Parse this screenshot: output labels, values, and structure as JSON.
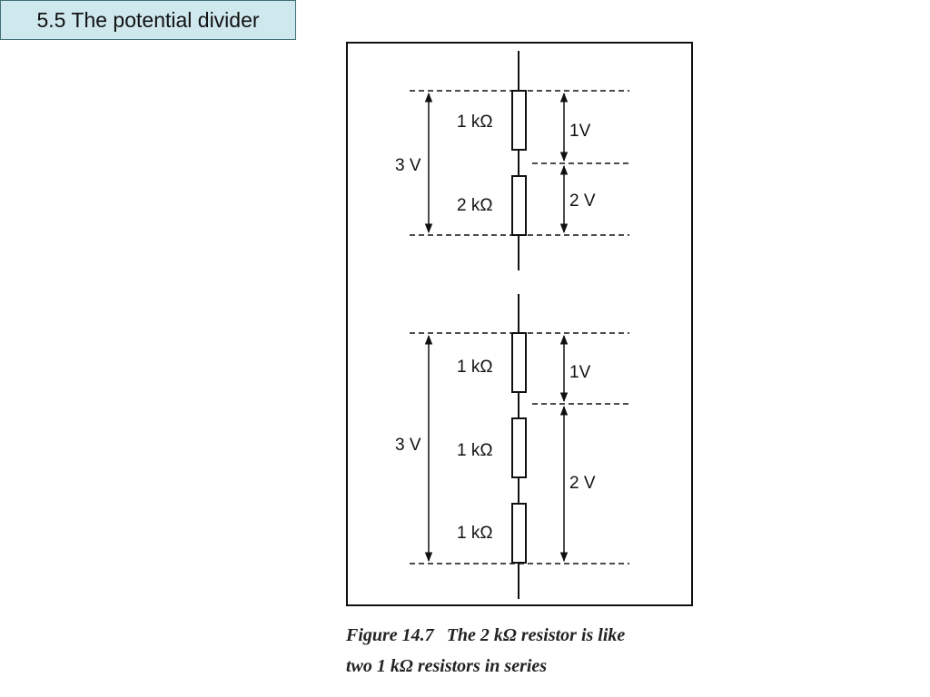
{
  "slide": {
    "title": "5.5 The potential divider"
  },
  "figure": {
    "top_circuit": {
      "total_voltage": "3 V",
      "resistors": [
        "1 kΩ",
        "2 kΩ"
      ],
      "voltage_drops": [
        "1V",
        "2 V"
      ]
    },
    "bottom_circuit": {
      "total_voltage": "3 V",
      "resistors": [
        "1 kΩ",
        "1 kΩ",
        "1 kΩ"
      ],
      "voltage_drops": [
        "1V",
        "2 V"
      ]
    }
  },
  "caption": {
    "figure_number": "Figure 14.7",
    "line1": "The 2 kΩ resistor is like",
    "line2": "two 1 kΩ resistors in series"
  }
}
